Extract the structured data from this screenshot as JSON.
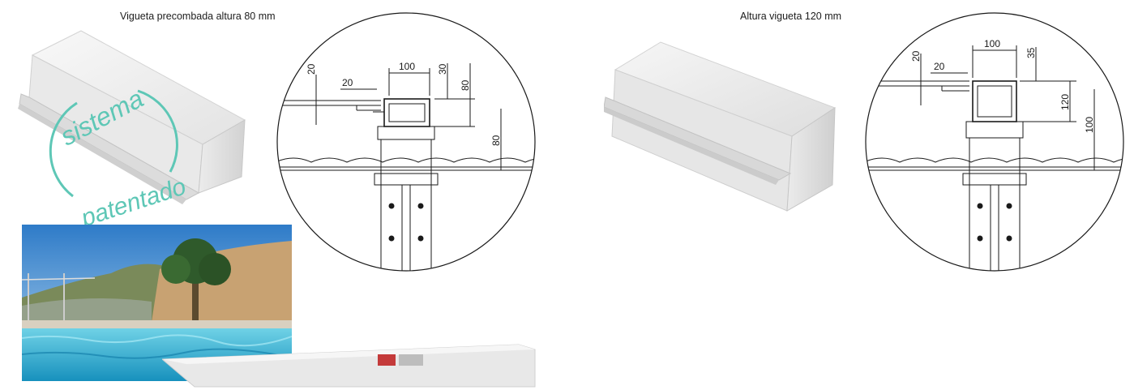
{
  "left_panel": {
    "caption": "Vigueta precombada altura 80 mm",
    "stamp": {
      "word_top": "sistema",
      "word_bottom": "patentado",
      "color": "#5ec7b6"
    },
    "detail_dims": {
      "d1": "20",
      "d2": "20",
      "d3": "100",
      "d4": "30",
      "d5": "80",
      "d6": "80"
    }
  },
  "right_panel": {
    "caption": "Altura vigueta 120 mm",
    "detail_dims": {
      "d1": "20",
      "d2": "20",
      "d3": "100",
      "d4": "35",
      "d5": "120",
      "d6": "100"
    }
  },
  "colors": {
    "profile_top": "#f3f3f3",
    "profile_side": "#dedede",
    "line": "#1a1a1a"
  }
}
